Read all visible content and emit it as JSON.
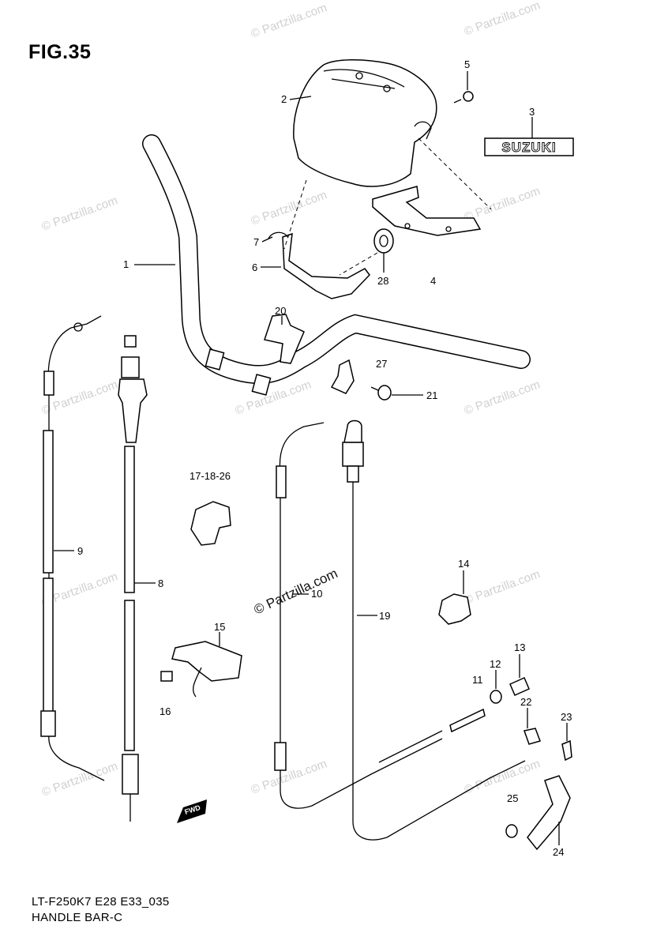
{
  "figure": {
    "title": "FIG.35"
  },
  "footer": {
    "line1": "LT-F250K7 E28 E33_035",
    "line2": "HANDLE BAR-C"
  },
  "watermark": {
    "text": "© Partzilla.com"
  },
  "brand": {
    "emblem_text": "SUZUKI"
  },
  "fwd_label": "FWD",
  "callouts": {
    "c1": "1",
    "c2": "2",
    "c3": "3",
    "c4": "4",
    "c5": "5",
    "c6": "6",
    "c7": "7",
    "c8": "8",
    "c9": "9",
    "c10": "10",
    "c11": "11",
    "c12": "12",
    "c13": "13",
    "c14": "14",
    "c15": "15",
    "c16": "16",
    "c17": "17-18-26",
    "c19": "19",
    "c20": "20",
    "c21": "21",
    "c22": "22",
    "c23": "23",
    "c24": "24",
    "c25": "25",
    "c27": "27",
    "c28": "28"
  }
}
